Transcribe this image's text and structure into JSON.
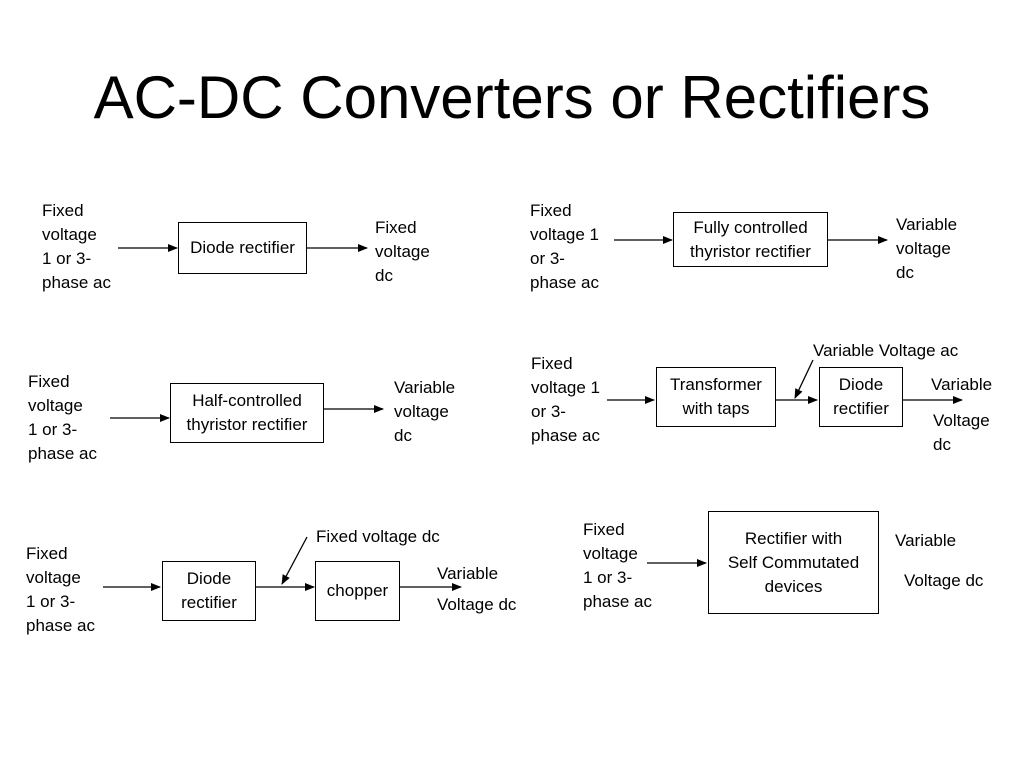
{
  "title": "AC-DC Converters or Rectifiers",
  "diagrams": [
    {
      "input": "Fixed\nvoltage\n1 or 3-\nphase ac",
      "blocks": [
        "Diode rectifier"
      ],
      "output": "Fixed\nvoltage\ndc"
    },
    {
      "input": "Fixed\nvoltage 1\nor 3-\nphase ac",
      "blocks": [
        "Fully controlled\nthyristor rectifier"
      ],
      "output": "Variable\nvoltage\ndc"
    },
    {
      "input": "Fixed\nvoltage\n1 or 3-\nphase ac",
      "blocks": [
        "Half-controlled\nthyristor rectifier"
      ],
      "output": "Variable\nvoltage\ndc"
    },
    {
      "input": "Fixed\nvoltage 1\nor 3-\nphase ac",
      "blocks": [
        "Transformer\nwith taps",
        "Diode\nrectifier"
      ],
      "intermediate": "Variable Voltage ac",
      "output_top": "Variable",
      "output_bottom": "Voltage\ndc"
    },
    {
      "input": "Fixed\nvoltage\n1 or 3-\nphase ac",
      "blocks": [
        "Diode\nrectifier",
        "chopper"
      ],
      "intermediate": "Fixed voltage dc",
      "output_top": "Variable",
      "output_bottom": "Voltage dc"
    },
    {
      "input": "Fixed\nvoltage\n1 or 3-\nphase ac",
      "blocks": [
        "Rectifier with\nSelf Commutated\ndevices"
      ],
      "output_top": "Variable",
      "output_bottom": "Voltage dc"
    }
  ]
}
